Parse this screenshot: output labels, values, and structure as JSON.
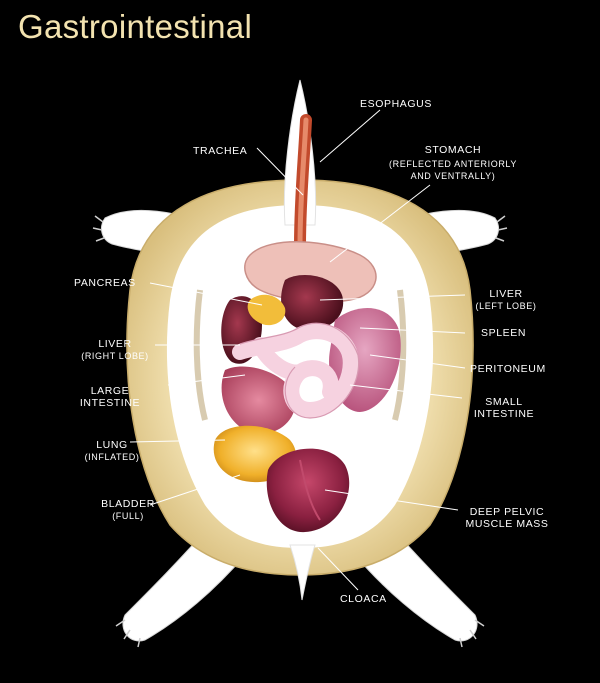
{
  "title": "Gastrointestinal",
  "labels": {
    "esophagus": "ESOPHAGUS",
    "trachea": "TRACHEA",
    "stomach": "STOMACH",
    "stomach_sub": "(REFLECTED ANTERIORLY AND VENTRALLY)",
    "pancreas": "PANCREAS",
    "liver_left": "LIVER",
    "liver_left_sub": "(LEFT LOBE)",
    "spleen": "SPLEEN",
    "liver_right": "LIVER",
    "liver_right_sub": "(RIGHT LOBE)",
    "peritoneum": "PERITONEUM",
    "large_intestine_1": "LARGE",
    "large_intestine_2": "INTESTINE",
    "small_intestine_1": "SMALL",
    "small_intestine_2": "INTESTINE",
    "lung": "LUNG",
    "lung_sub": "(INFLATED)",
    "bladder": "BLADDER",
    "bladder_sub": "(FULL)",
    "deep_pelvic_1": "DEEP PELVIC",
    "deep_pelvic_2": "MUSCLE MASS",
    "cloaca": "CLOACA"
  },
  "colors": {
    "background": "#000000",
    "title": "#f3e3b0",
    "body": "#ffffff",
    "shell": "#f1e2b6",
    "stomach": "#e9b8b0",
    "liver": "#6b1a2a",
    "intestine": "#f2c9d8",
    "lung": "#f2b43a",
    "bladder": "#8e2240",
    "leader": "#ffffff"
  }
}
